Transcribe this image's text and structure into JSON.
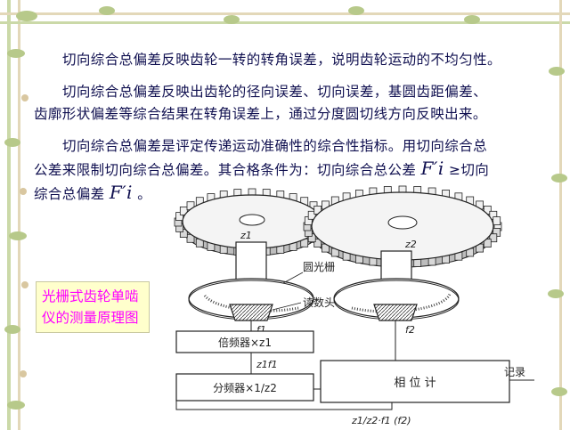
{
  "paragraphs": {
    "p1": "切向综合总偏差反映齿轮一转的转角误差，说明齿轮运动的不均匀性。",
    "p2a": "切向综合总偏差反映出齿轮的径向误差、切向误差，基圆齿距偏差、",
    "p2b": "齿廓形状偏差等综合结果在转角误差上，通过分度圆切线方向反映出来。",
    "p3a": "切向综合总偏差是评定传递运动准确性的综合性指标。用切向综合总",
    "p3b_pre": "公差来限制切向综合总偏差。其合格条件为：切向综合总公差",
    "p3b_sym": "F′i",
    "p3b_post": "≥切向",
    "p3c_pre": "综合总偏差",
    "p3c_sym": "F′i",
    "p3c_post": "。"
  },
  "caption": {
    "line1": "光栅式齿轮单啮",
    "line2": "仪的测量原理图"
  },
  "diagram": {
    "gear1_label": "z1",
    "gear2_label": "z2",
    "grating_label": "圆光栅",
    "reading_head_label": "读数头",
    "f1_label": "f1",
    "f2_label": "f2",
    "multiplier_box": "倍频器×z1",
    "z1f1_label": "z1f1",
    "divider_box": "分频器×1/z2",
    "phase_meter": "相    位    计",
    "record_label": "记录",
    "feedback_label": "z1/z2·f1 (f2)"
  },
  "colors": {
    "text": "#101050",
    "caption_text": "#ff00ff",
    "caption_bg": "#ffffcc",
    "decor_green": "#b7c98a",
    "decor_tan": "#d9c7a0"
  }
}
